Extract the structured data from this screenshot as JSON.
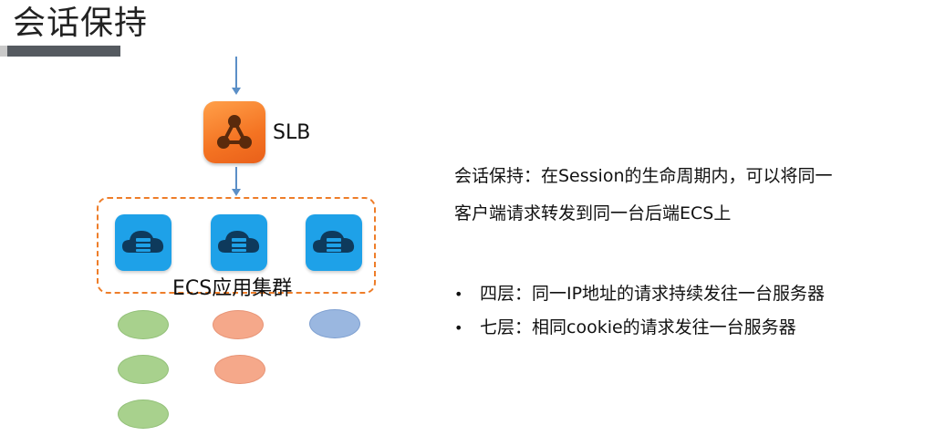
{
  "title": "会话保持",
  "slb": {
    "label": "SLB",
    "icon": "slb-network-icon"
  },
  "cluster": {
    "label": "ECS应用集群",
    "icon": "cloud-server-icon"
  },
  "description": {
    "line1": "会话保持：在Session的生命周期内，可以将同一",
    "line2": "客户端请求转发到同一台后端ECS上"
  },
  "bullets": [
    "四层：同一IP地址的请求持续发往一台服务器",
    "七层：相同cookie的请求发往一台服务器"
  ],
  "colors": {
    "slb": "#f47322",
    "ecs": "#1ea1e8",
    "cluster_border": "#ee7d29",
    "session_green": "#a8d18d",
    "session_salmon": "#f5a88a",
    "session_blue": "#9ab7e0",
    "arrow": "#5b8fc7"
  }
}
